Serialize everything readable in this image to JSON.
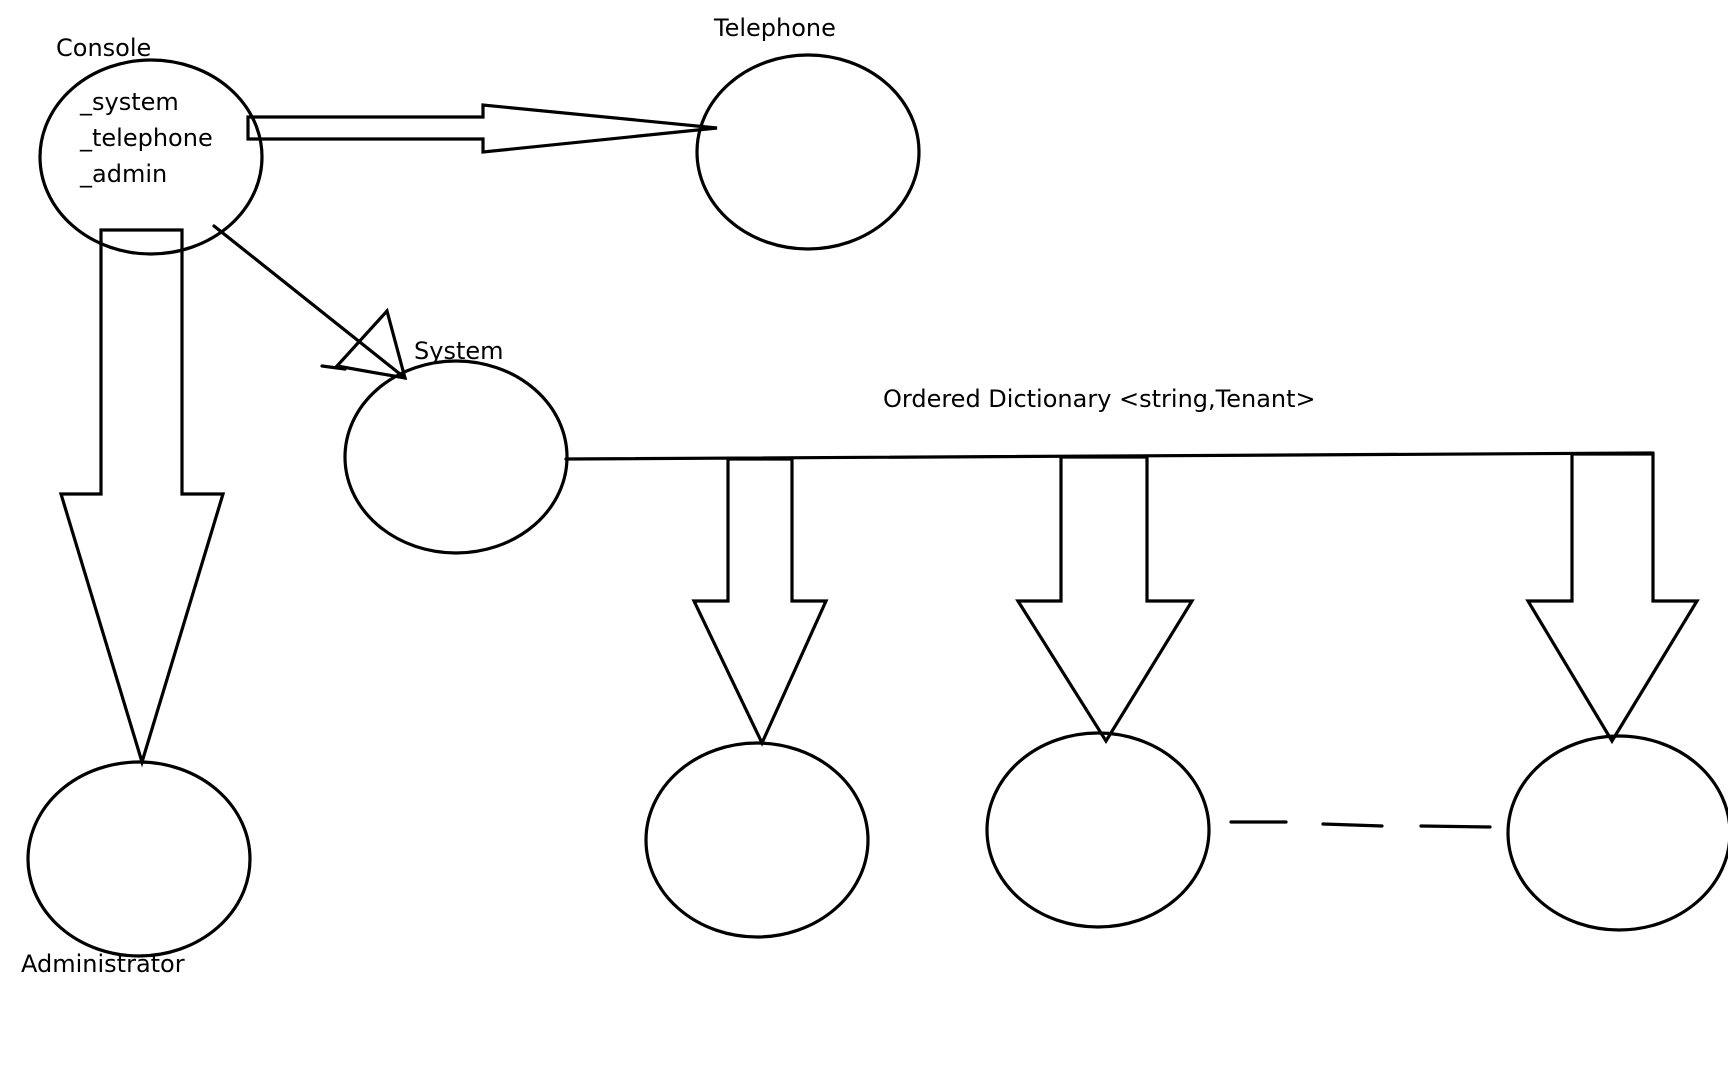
{
  "labels": {
    "console": "Console",
    "telephone": "Telephone",
    "system": "System",
    "administrator": "Administrator",
    "ordered_dictionary": "Ordered Dictionary <string,Tenant>"
  },
  "console_fields": [
    "_system",
    "_telephone",
    "_admin"
  ],
  "colors": {
    "background": "#ffffff",
    "ink": "#000000"
  }
}
